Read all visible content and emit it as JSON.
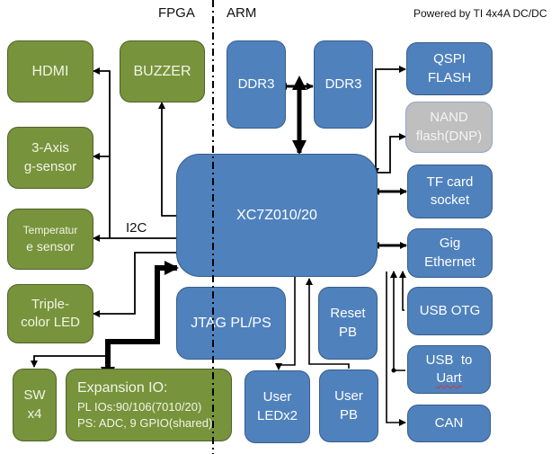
{
  "header": {
    "fpga_label": "FPGA",
    "arm_label": "ARM",
    "power_note": "Powered by TI 4x4A DC/DC"
  },
  "blocks": {
    "hdmi": "HDMI",
    "buzzer": "BUZZER",
    "gsensor": [
      "3-Axis",
      "g-sensor"
    ],
    "temp_sensor": [
      "Temperatur",
      "e sensor"
    ],
    "tricolor_led": [
      "Triple-",
      "color LED"
    ],
    "sw": [
      "SW",
      "x4"
    ],
    "expansion": [
      "Expansion IO:",
      "PL IOs:90/106(7010/20)",
      "PS: ADC, 9 GPIO(shared)"
    ],
    "ddr3_a": "DDR3",
    "ddr3_b": "DDR3",
    "soc": "XC7Z010/20",
    "jtag": "JTAG PL/PS",
    "reset_pb": [
      "Reset",
      "PB"
    ],
    "user_leds": [
      "User",
      "LEDx2"
    ],
    "user_pb": [
      "User",
      "PB"
    ],
    "qspi": [
      "QSPI",
      "FLASH"
    ],
    "nand": [
      "NAND",
      "flash(DNP)"
    ],
    "tf_card": [
      "TF card",
      "socket"
    ],
    "gig_eth": [
      "Gig",
      "Ethernet"
    ],
    "usb_otg": "USB OTG",
    "usb_uart": [
      "USB  to",
      "Uart"
    ],
    "can": "CAN"
  },
  "connections": {
    "i2c_label": "I2C"
  },
  "colors": {
    "fpga_block": "#77933c",
    "ps_block": "#4f81bd",
    "dnp_block": "#bfbfbf"
  }
}
